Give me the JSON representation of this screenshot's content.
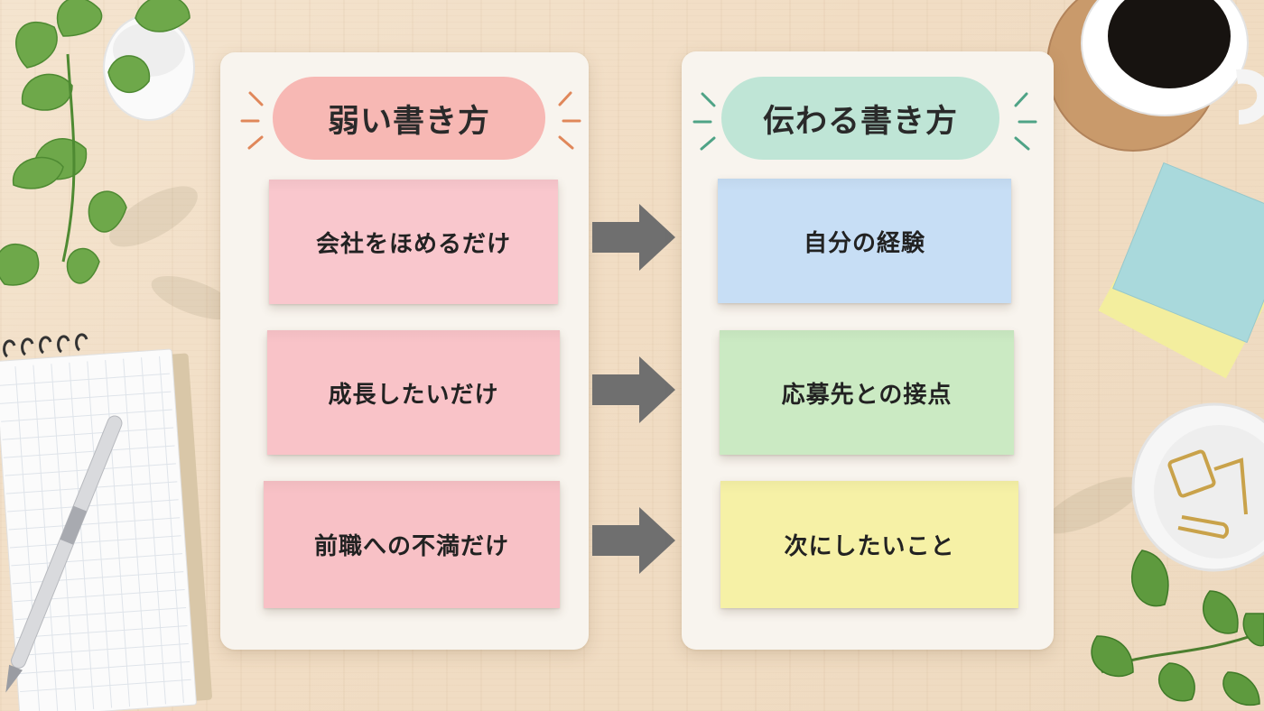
{
  "left_panel": {
    "title": "弱い書き方",
    "items": [
      "会社をほめるだけ",
      "成長したいだけ",
      "前職への不満だけ"
    ]
  },
  "right_panel": {
    "title": "伝わる書き方",
    "items": [
      "自分の経験",
      "応募先との接点",
      "次にしたいこと"
    ]
  },
  "colors": {
    "left_title_bg": "#f7b8b4",
    "right_title_bg": "#bfe5d6",
    "left_note_bg": "#f9c7cd",
    "right_note_colors": [
      "#c7def5",
      "#cbeac3",
      "#f6f1a6"
    ],
    "arrow": "#6f6f6f"
  },
  "icons": [
    "arrow-right-icon",
    "spark-icon"
  ]
}
